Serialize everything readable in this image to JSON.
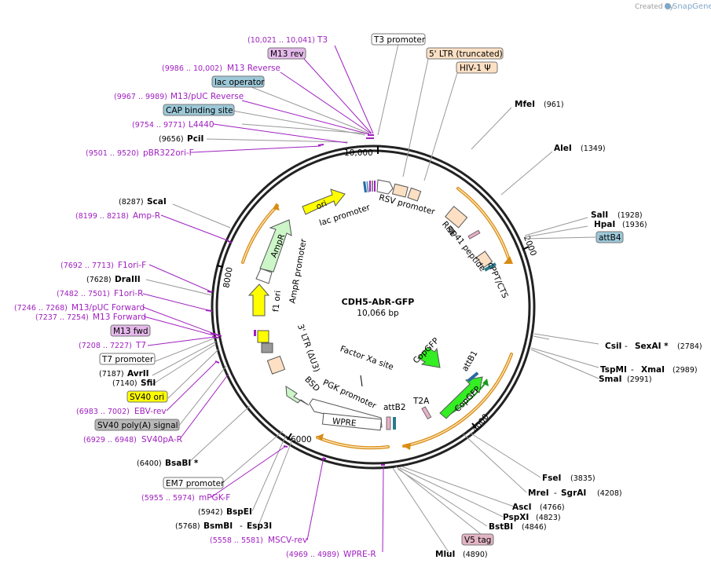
{
  "credit": {
    "created_by": "Created by",
    "brand": "SnapGene"
  },
  "plasmid": {
    "name": "CDH5-AbR-GFP",
    "size": "10,066 bp"
  },
  "ticks": [
    "10,000",
    "2000",
    "4000",
    "6000",
    "8000"
  ],
  "colors": {
    "ring": "#222222",
    "primer": "#a020c0",
    "ltr": "#fde0c4",
    "orange_arrow": "#d98c12",
    "ori": "#ffff00",
    "ampr": "#ccf5c8",
    "copgfp": "#33ee22",
    "bsd": "#ccf5c8"
  },
  "labels": {
    "t3": {
      "coord": "(10,021 .. 10,041)",
      "name": "T3"
    },
    "t3_promoter": "T3 promoter",
    "m13_rev": "M13 rev",
    "ltr5": "5' LTR (truncated)",
    "hiv1": "HIV-1 Ψ",
    "m13_reverse": {
      "coord": "(9986 .. 10,002)",
      "name": "M13 Reverse"
    },
    "lac_operator": "lac operator",
    "m13puc_reverse": {
      "coord": "(9967 .. 9989)",
      "name": "M13/pUC Reverse"
    },
    "mfei": {
      "name": "MfeI",
      "pos": "(961)"
    },
    "cap": "CAP binding site",
    "l4440": {
      "coord": "(9754 .. 9771)",
      "name": "L4440"
    },
    "alei": {
      "name": "AleI",
      "pos": "(1349)"
    },
    "pcii": {
      "pos": "(9656)",
      "name": "PciI"
    },
    "pbr322": {
      "coord": "(9501 .. 9520)",
      "name": "pBR322ori-F"
    },
    "scai": {
      "pos": "(8287)",
      "name": "ScaI"
    },
    "sali": {
      "name": "SalI",
      "pos": "(1928)"
    },
    "hpai": {
      "name": "HpaI",
      "pos": "(1936)"
    },
    "attb4": "attB4",
    "ampr_primer": {
      "coord": "(8199 .. 8218)",
      "name": "Amp-R"
    },
    "f1ori_f": {
      "coord": "(7692 .. 7713)",
      "name": "F1ori-F"
    },
    "draiii": {
      "pos": "(7628)",
      "name": "DraIII"
    },
    "f1ori_r": {
      "coord": "(7482 .. 7501)",
      "name": "F1ori-R"
    },
    "m13puc_forward": {
      "coord": "(7246 .. 7268)",
      "name": "M13/pUC Forward"
    },
    "m13_forward": {
      "coord": "(7237 .. 7254)",
      "name": "M13 Forward"
    },
    "m13_fwd": "M13 fwd",
    "t7": {
      "coord": "(7208 .. 7227)",
      "name": "T7"
    },
    "t7_promoter": "T7 promoter",
    "avrii": {
      "pos": "(7187)",
      "name": "AvrII"
    },
    "sfii": {
      "pos": "(7140)",
      "name": "SfiI"
    },
    "sv40_ori": "SV40 ori",
    "ebv_rev": {
      "coord": "(6983 .. 7002)",
      "name": "EBV-rev"
    },
    "sv40_polya": "SV40 poly(A) signal",
    "sv40pa_r": {
      "coord": "(6929 .. 6948)",
      "name": "SV40pA-R"
    },
    "csii": {
      "name": "CsiI",
      "dash": " - ",
      "name2": "SexAI *",
      "pos": "(2784)"
    },
    "tspmi": {
      "name": "TspMI",
      "dash": " - ",
      "name2": "XmaI",
      "pos": "(2989)"
    },
    "smai": {
      "name": "SmaI",
      "pos": "(2991)"
    },
    "bsabi": {
      "pos": "(6400)",
      "name": "BsaBI *"
    },
    "em7": "EM7 promoter",
    "mpgk_f": {
      "coord": "(5955 .. 5974)",
      "name": "mPGK-F"
    },
    "bspei": {
      "pos": "(5942)",
      "name": "BspEI"
    },
    "bsmbi": {
      "pos": "(5768)",
      "name": "BsmBI",
      "dash": " - ",
      "name2": "Esp3I"
    },
    "mscv_rev": {
      "coord": "(5558 .. 5581)",
      "name": "MSCV-rev"
    },
    "wpre_r": {
      "coord": "(4969 .. 4989)",
      "name": "WPRE-R"
    },
    "fsei": {
      "name": "FseI",
      "pos": "(3835)"
    },
    "mrei": {
      "name": "MreI",
      "dash": " - ",
      "name2": "SgrAI",
      "pos": "(4208)"
    },
    "asci": {
      "name": "AscI",
      "pos": "(4766)"
    },
    "pspxi": {
      "name": "PspXI",
      "pos": "(4823)"
    },
    "bstbi": {
      "name": "BstBI",
      "pos": "(4846)"
    },
    "v5tag": "V5 tag",
    "mlui": {
      "name": "MluI",
      "pos": "(4890)"
    }
  },
  "features": {
    "ori": "ori",
    "lac_promoter": "lac promoter",
    "rsv_promoter": "RSV promoter",
    "rre": "RRE",
    "gp41": "gp41 peptide",
    "cppt": "cPPT/CTS",
    "ampr": "AmpR",
    "ampr_promoter": "AmpR promoter",
    "f1ori": "f1 ori",
    "ltr3": "3' LTR (ΔU3)",
    "copgfp_label": "CopGFP",
    "copgfp_in": "CopGFP",
    "attb1": "attB1",
    "factor_xa": "Factor Xa site",
    "bsd": "BSD",
    "pgk": "PGK promoter",
    "attb2": "attB2",
    "t2a": "T2A",
    "wpre": "WPRE"
  }
}
